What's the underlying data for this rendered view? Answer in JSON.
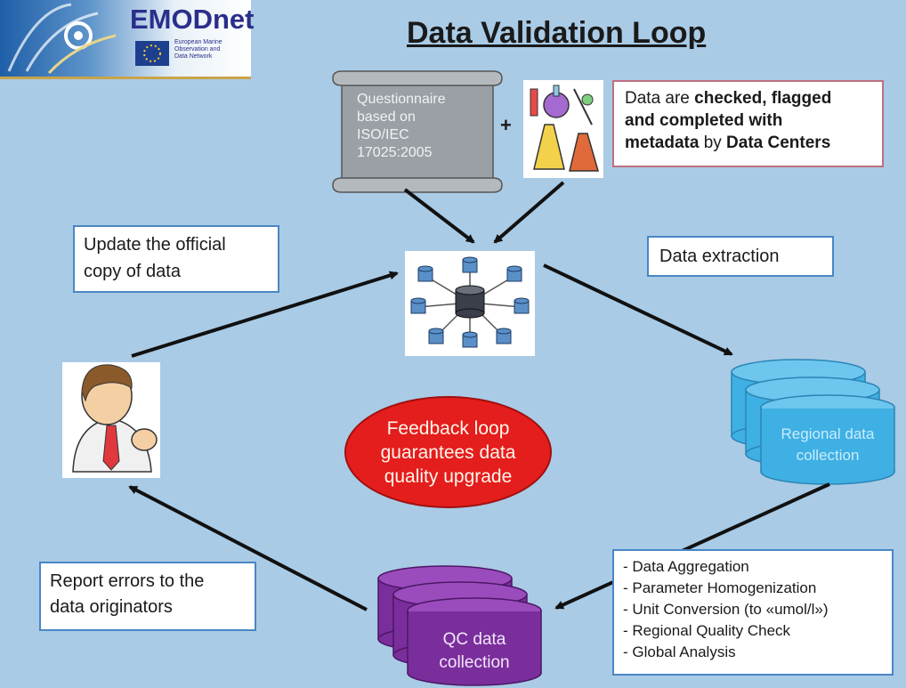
{
  "logo": {
    "name": "EMODnet",
    "subtitle": [
      "European Marine",
      "Observation and",
      "Data Network"
    ]
  },
  "title": "Data Validation Loop",
  "questionnaire": {
    "lines": [
      "Questionnaire",
      "based on",
      "ISO/IEC",
      "17025:2005"
    ]
  },
  "plus": "+",
  "checked_note": {
    "t1": "Data are ",
    "b1": "checked, flagged",
    "b2": "and completed with",
    "b3": "metadata",
    "t2": " by ",
    "b4": "Data Centers"
  },
  "update_box": {
    "line1": "Update the official",
    "line2": "copy of data"
  },
  "extraction_box": {
    "text": "Data extraction"
  },
  "feedback": {
    "line1": "Feedback loop",
    "line2": "guarantees data",
    "line3": "quality upgrade"
  },
  "regional": {
    "line1": "Regional data",
    "line2": "collection"
  },
  "qc": {
    "line1": "QC data",
    "line2": "collection"
  },
  "report_box": {
    "line1": "Report errors to the",
    "line2": "data originators"
  },
  "steps": [
    "- Data Aggregation",
    "- Parameter Homogenization",
    "- Unit Conversion (to «umol/l»)",
    "- Regional Quality Check",
    "- Global Analysis"
  ],
  "colors": {
    "background": "#a9cbe6",
    "box_border": "#4a86c5",
    "feedback_fill": "#e41d1d",
    "regional_fill": "#3fb0e4",
    "qc_fill": "#7a2e9c",
    "arrow": "#111111"
  }
}
